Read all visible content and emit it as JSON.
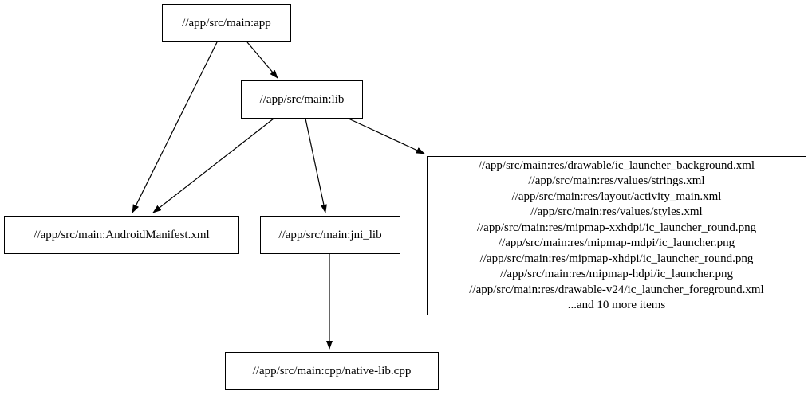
{
  "graph": {
    "colors": {
      "background": "#ffffff",
      "node_border": "#000000",
      "text": "#000000",
      "edge": "#000000"
    },
    "nodes": {
      "app": {
        "label": "//app/src/main:app"
      },
      "lib": {
        "label": "//app/src/main:lib"
      },
      "manifest": {
        "label": "//app/src/main:AndroidManifest.xml"
      },
      "jni_lib": {
        "label": "//app/src/main:jni_lib"
      },
      "native_lib": {
        "label": "//app/src/main:cpp/native-lib.cpp"
      },
      "res_group": {
        "lines": [
          "//app/src/main:res/drawable/ic_launcher_background.xml",
          "//app/src/main:res/values/strings.xml",
          "//app/src/main:res/layout/activity_main.xml",
          "//app/src/main:res/values/styles.xml",
          "//app/src/main:res/mipmap-xxhdpi/ic_launcher_round.png",
          "//app/src/main:res/mipmap-mdpi/ic_launcher.png",
          "//app/src/main:res/mipmap-xhdpi/ic_launcher_round.png",
          "//app/src/main:res/mipmap-hdpi/ic_launcher.png",
          "//app/src/main:res/drawable-v24/ic_launcher_foreground.xml",
          "...and 10 more items"
        ]
      }
    },
    "edges": [
      {
        "from": "app",
        "to": "manifest"
      },
      {
        "from": "app",
        "to": "lib"
      },
      {
        "from": "lib",
        "to": "manifest"
      },
      {
        "from": "lib",
        "to": "jni_lib"
      },
      {
        "from": "lib",
        "to": "res_group"
      },
      {
        "from": "jni_lib",
        "to": "native_lib"
      }
    ]
  }
}
